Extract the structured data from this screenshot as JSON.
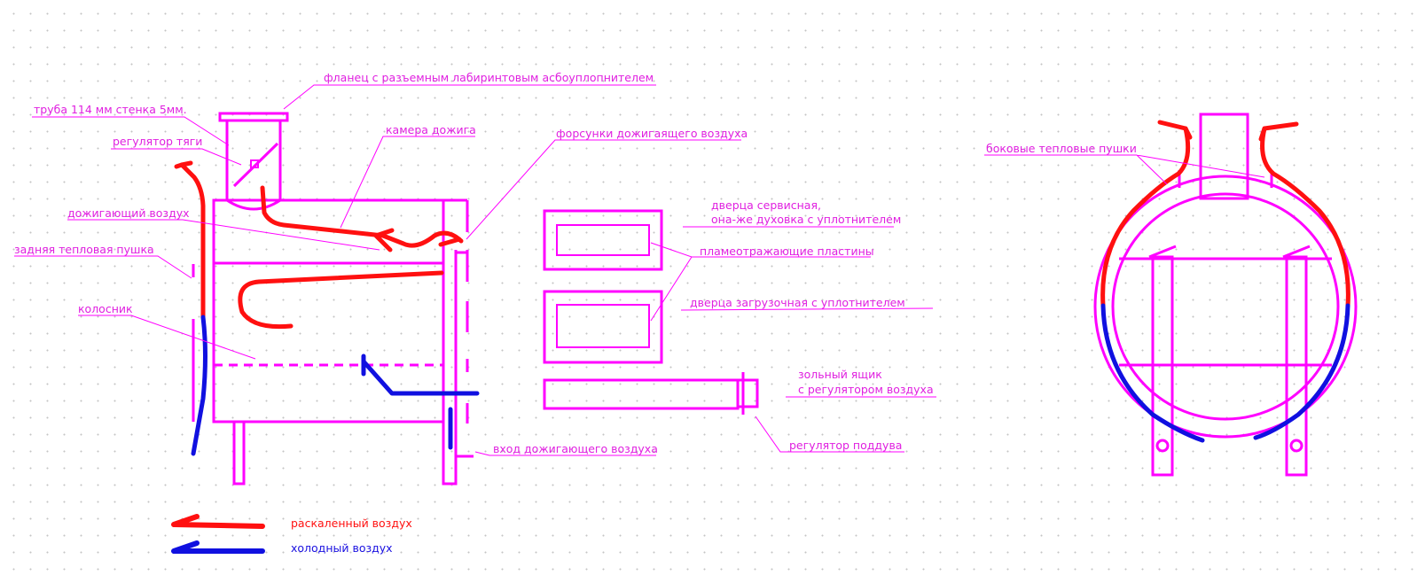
{
  "colors": {
    "line": "#ff00ff",
    "label": "#e020e0",
    "hot": "#ff1010",
    "cold": "#1010e0"
  },
  "labels": {
    "flange": "фланец с разъемным лабиринтовым асбоуплопнителем",
    "pipe": "труба 114 мм стенка 5мм.",
    "draft_regulator": "регулятор тяги",
    "afterburn_chamber": "камера дожига",
    "afterburn_nozzles": "форсунки дожигаящего воздуха",
    "afterburn_air": "дожигающий воздух",
    "rear_heat_gun": "задняя тепловая пушка",
    "grate": "колосник",
    "service_door_line1": "дверца сервисная,",
    "service_door_line2": "она-же духовка с уплотнителем",
    "flame_plates": "пламеотражающие пластины",
    "loading_door": "дверца загрузочная с уплотнителем",
    "ash_box_line1": "зольный ящик",
    "ash_box_line2": "с регулятором воздуха",
    "blower_regulator": "регулятор поддува",
    "afterburn_air_inlet": "вход дожигающего воздуха",
    "side_heat_guns": "боковые тепловые пушки"
  },
  "legend": {
    "hot_air": "раскаленный воздух",
    "cold_air": "холодный воздух"
  }
}
